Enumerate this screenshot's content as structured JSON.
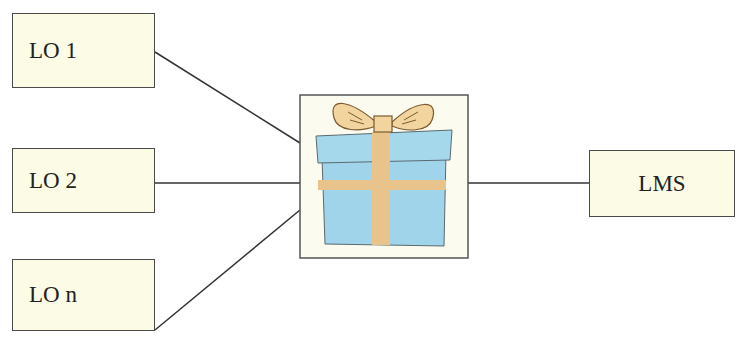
{
  "diagram": {
    "nodes": [
      {
        "text": [
          "LO 1"
        ]
      },
      {
        "text": [
          "LO 2"
        ]
      },
      {
        "text": [
          "LO n"
        ]
      },
      {
        "text": [
          "LMS"
        ]
      }
    ]
  }
}
